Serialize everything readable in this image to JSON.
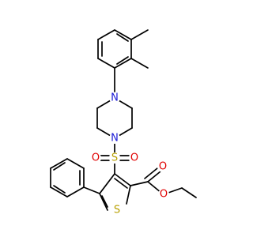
{
  "molecule": {
    "atoms": {
      "n_top": {
        "label": "N",
        "color": "#1a1ad6"
      },
      "n_bottom": {
        "label": "N",
        "color": "#1a1ad6"
      },
      "s_sulfonyl": {
        "label": "S",
        "color": "#b8a000"
      },
      "o_sulfonyl_left": {
        "label": "O",
        "color": "#e00000"
      },
      "o_sulfonyl_right": {
        "label": "O",
        "color": "#e00000"
      },
      "o_carbonyl": {
        "label": "O",
        "color": "#e00000"
      },
      "o_ester": {
        "label": "O",
        "color": "#e00000"
      },
      "s_thiophene": {
        "label": "S",
        "color": "#b8a000"
      }
    }
  }
}
